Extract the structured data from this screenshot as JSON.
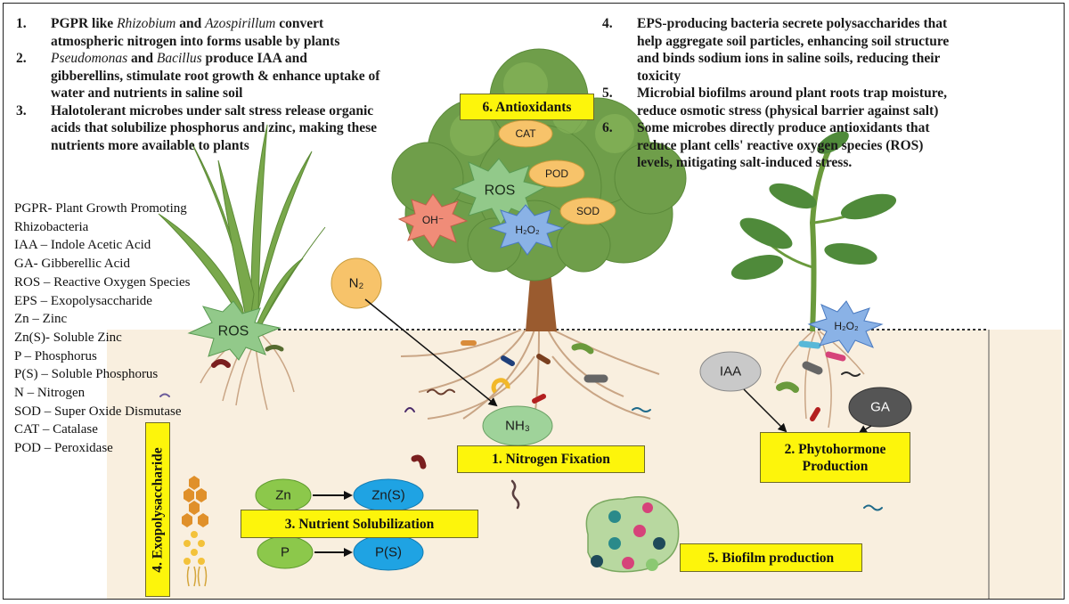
{
  "points_left": [
    {
      "num": "1.",
      "line1_pre": "PGPR like ",
      "line1_i1": "Rhizobium",
      "line1_mid": " and ",
      "line1_i2": "Azospirillum",
      "line1_post": " convert",
      "line2": "atmospheric nitrogen into forms usable by plants"
    },
    {
      "num": "2.",
      "line1_i1": "Pseudomonas",
      "line1_mid": " and ",
      "line1_i2": "Bacillus",
      "line1_post": " produce IAA and",
      "line2": "gibberellins, stimulate root growth & enhance uptake of",
      "line3": "water and nutrients in saline soil"
    },
    {
      "num": "3.",
      "line1": "Halotolerant microbes under salt stress release organic",
      "line2": "acids that solubilize phosphorus and zinc, making these",
      "line3": "nutrients more available to plants"
    }
  ],
  "points_right": [
    {
      "num": "4.",
      "line1": "EPS-producing bacteria secrete polysaccharides that",
      "line2": "help aggregate soil particles, enhancing soil structure",
      "line3": "and binds sodium ions in saline soils, reducing their",
      "line4": "toxicity"
    },
    {
      "num": "5.",
      "line1": "Microbial biofilms around plant roots trap moisture,",
      "line2": "reduce osmotic stress (physical barrier against salt)"
    },
    {
      "num": "6.",
      "line1": "Some microbes directly produce antioxidants that",
      "line2": "reduce plant cells' reactive oxygen species (ROS)",
      "line3": "levels, mitigating salt-induced stress."
    }
  ],
  "abbreviations": [
    "PGPR- Plant Growth Promoting",
    "Rhizobacteria",
    "IAA – Indole Acetic Acid",
    "GA- Gibberellic Acid",
    "ROS – Reactive Oxygen Species",
    "EPS – Exopolysaccharide",
    "Zn – Zinc",
    "Zn(S)- Soluble Zinc",
    "P – Phosphorus",
    "P(S) – Soluble Phosphorus",
    "N – Nitrogen",
    "SOD – Super Oxide Dismutase",
    "CAT – Catalase",
    "POD – Peroxidase"
  ],
  "boxes": {
    "nitrogen_fixation": "1. Nitrogen Fixation",
    "phytohormone_1": "2. Phytohormone",
    "phytohormone_2": "Production",
    "nutrient_solubilization": "3. Nutrient Solubilization",
    "exopolysaccharide": "4. Exopolysaccharide",
    "biofilm": "5. Biofilm production",
    "antioxidants": "6. Antioxidants"
  },
  "labels": {
    "ros": "ROS",
    "oh": "OH⁻",
    "h2o2": "H₂O₂",
    "cat": "CAT",
    "pod": "POD",
    "sod": "SOD",
    "n2": "N₂",
    "nh3": "NH₃",
    "iaa": "IAA",
    "ga": "GA",
    "zn": "Zn",
    "zns": "Zn(S)",
    "p": "P",
    "ps": "P(S)"
  },
  "colors": {
    "soil": "#f9efdf",
    "box_yellow": "#fdf50b",
    "green_oval": "#8cc84b",
    "blue_oval": "#1fa3e3",
    "ros_star": "#92c98a",
    "oh_star": "#f08c78",
    "h2o2_star": "#8ab2e6",
    "enzyme_oval": "#f7c36a",
    "n2_circle": "#f7c36a",
    "nh3_oval": "#9fd39a",
    "iaa_oval": "#c9c9c9",
    "ga_oval": "#555555",
    "canopy": "#6f9e4a",
    "trunk": "#9a5b2f"
  }
}
